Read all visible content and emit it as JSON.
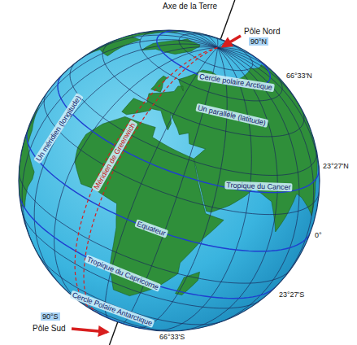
{
  "diagram": {
    "labels": [
      "Axe de la Terre",
      "Pôle Nord",
      "90°N",
      "Cercle polaire Arctique",
      "66°33'N",
      "Un parallèle (latitude)",
      "Un méridien (longitude)",
      "Tropique du Cancer",
      "23°27'N",
      "Méridien de Greenwich",
      "Equateur",
      "0°",
      "Tropique du Capricorne",
      "23°27'S",
      "90°S",
      "Pôle Sud",
      "Cercle Polaire Antarctique",
      "66°33'S"
    ]
  }
}
